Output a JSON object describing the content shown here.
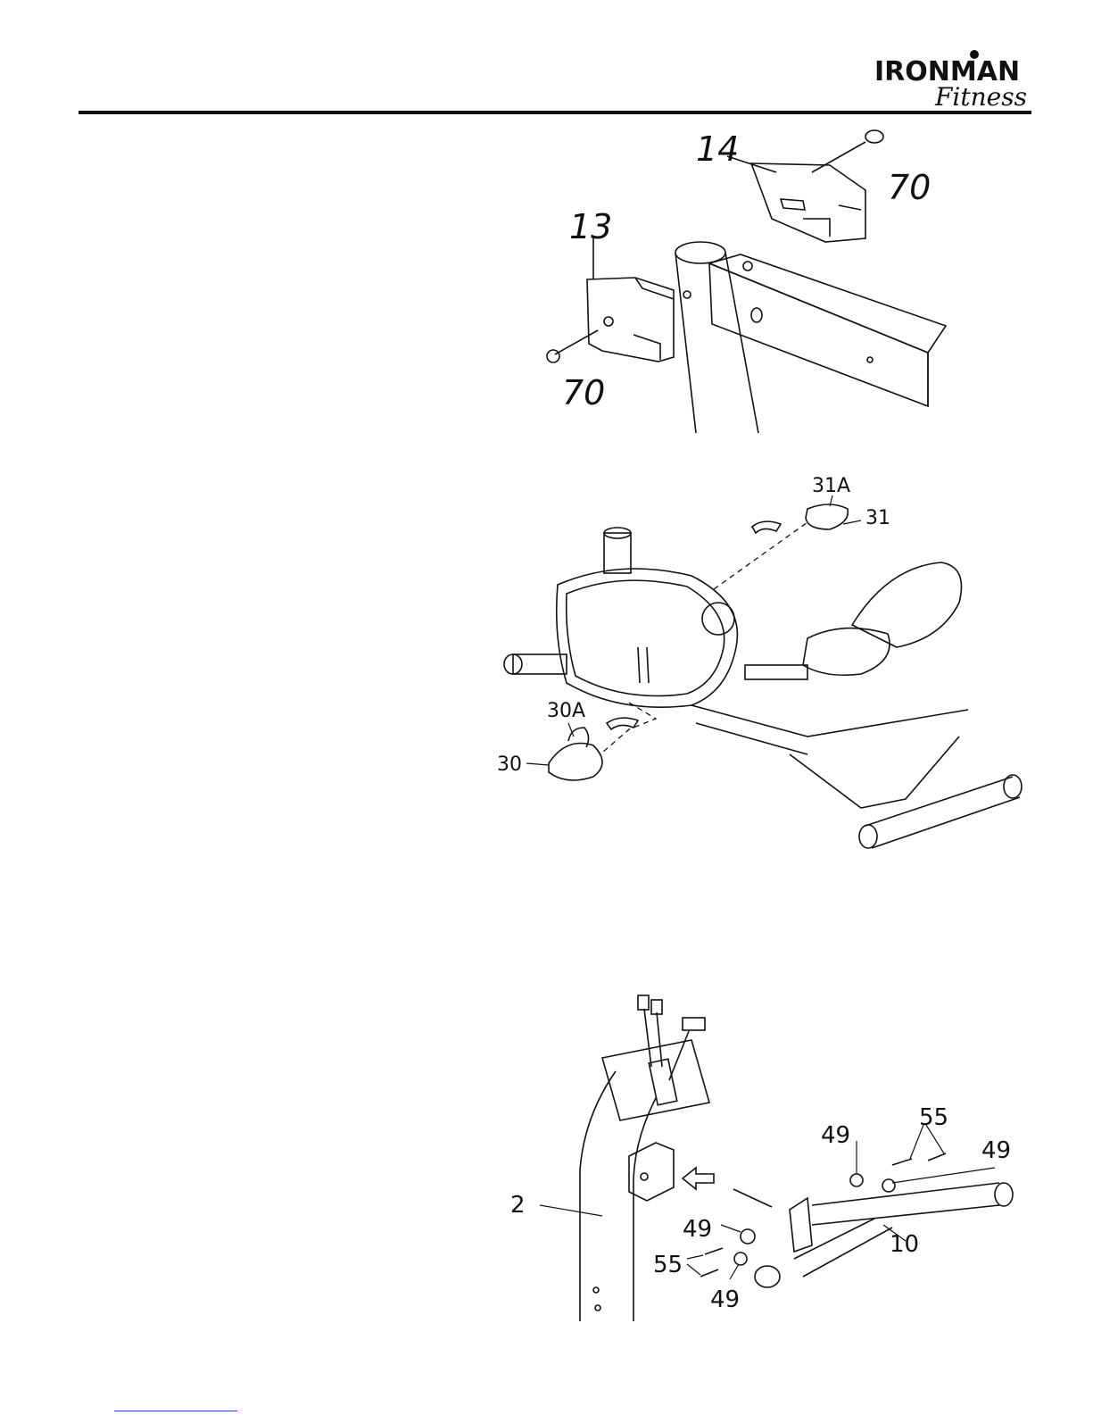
{
  "brand": {
    "name_top": "IRONMAN",
    "name_bottom": "Fitness"
  },
  "figures": {
    "fig1": {
      "labels": {
        "a": "14",
        "b": "70",
        "c": "13",
        "d": "70"
      }
    },
    "fig2": {
      "labels": {
        "a": "31A",
        "b": "31",
        "c": "30A",
        "d": "30"
      }
    },
    "fig3": {
      "labels": {
        "a": "55",
        "b": "49",
        "c": "49",
        "d": "2",
        "e": "49",
        "f": "10",
        "g": "55",
        "h": "49"
      }
    }
  }
}
